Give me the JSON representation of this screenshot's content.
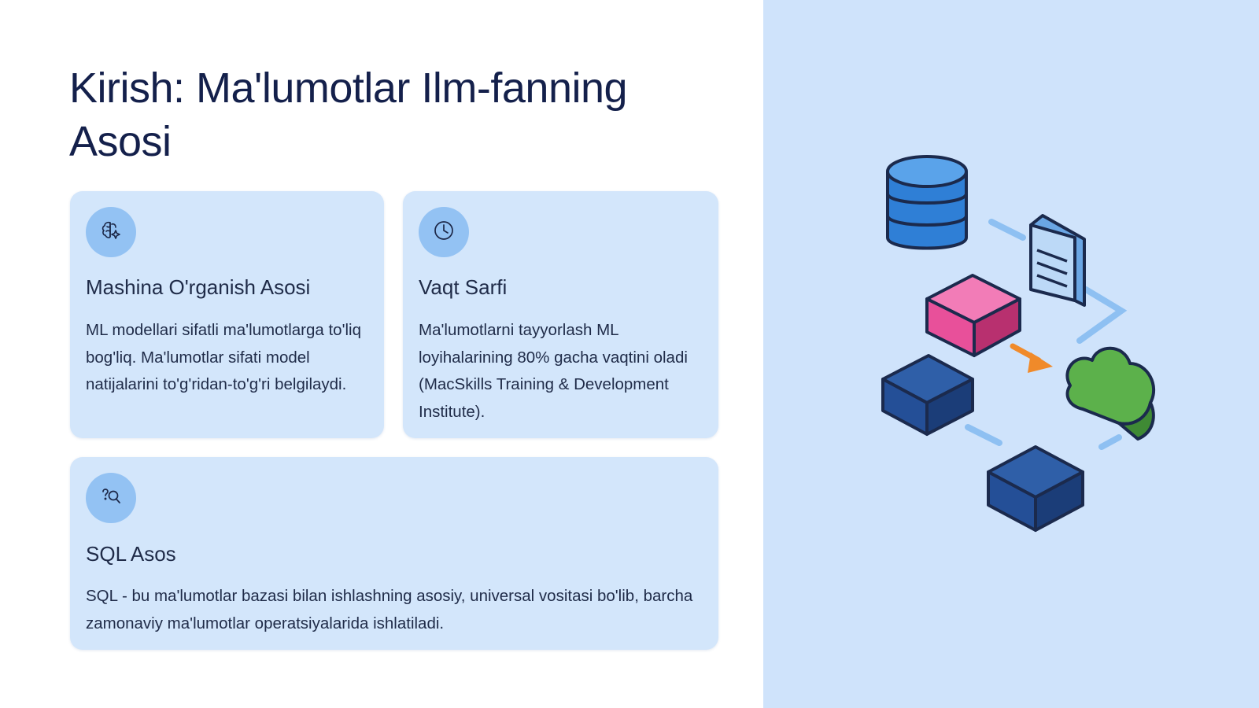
{
  "slide": {
    "title": "Kirish: Ma'lumotlar Ilm-fanning Asosi"
  },
  "cards": [
    {
      "title": "Mashina O'rganish Asosi",
      "text": "ML modellari sifatli ma'lumotlarga to'liq bog'liq. Ma'lumotlar sifati model natijalarini to'g'ridan-to'g'ri belgilaydi.",
      "icon": "brain-sparkle-icon"
    },
    {
      "title": "Vaqt Sarfi",
      "text": "Ma'lumotlarni tayyorlash ML loyihalarining 80% gacha vaqtini oladi (MacSkills Training & Development Institute).",
      "icon": "clock-icon"
    },
    {
      "title": "SQL Asos",
      "text": "SQL - bu ma'lumotlar bazasi bilan ishlashning asosiy, universal vositasi bo'lib, barcha zamonaviy ma'lumotlar operatsiyalarida ishlatiladi.",
      "icon": "question-search-icon"
    }
  ],
  "colors": {
    "right_panel_bg": "#cfe3fb",
    "card_bg": "#d3e6fb",
    "icon_circle_bg": "#93c2f3",
    "title_color": "#14204b",
    "database_blue": "#2f7fd6",
    "pink_cube": "#e8509a",
    "navy_cube": "#244f97",
    "cloud_green": "#5cb14b",
    "arrow_orange": "#f08a2a",
    "connector_blue": "#8ec0f2"
  }
}
